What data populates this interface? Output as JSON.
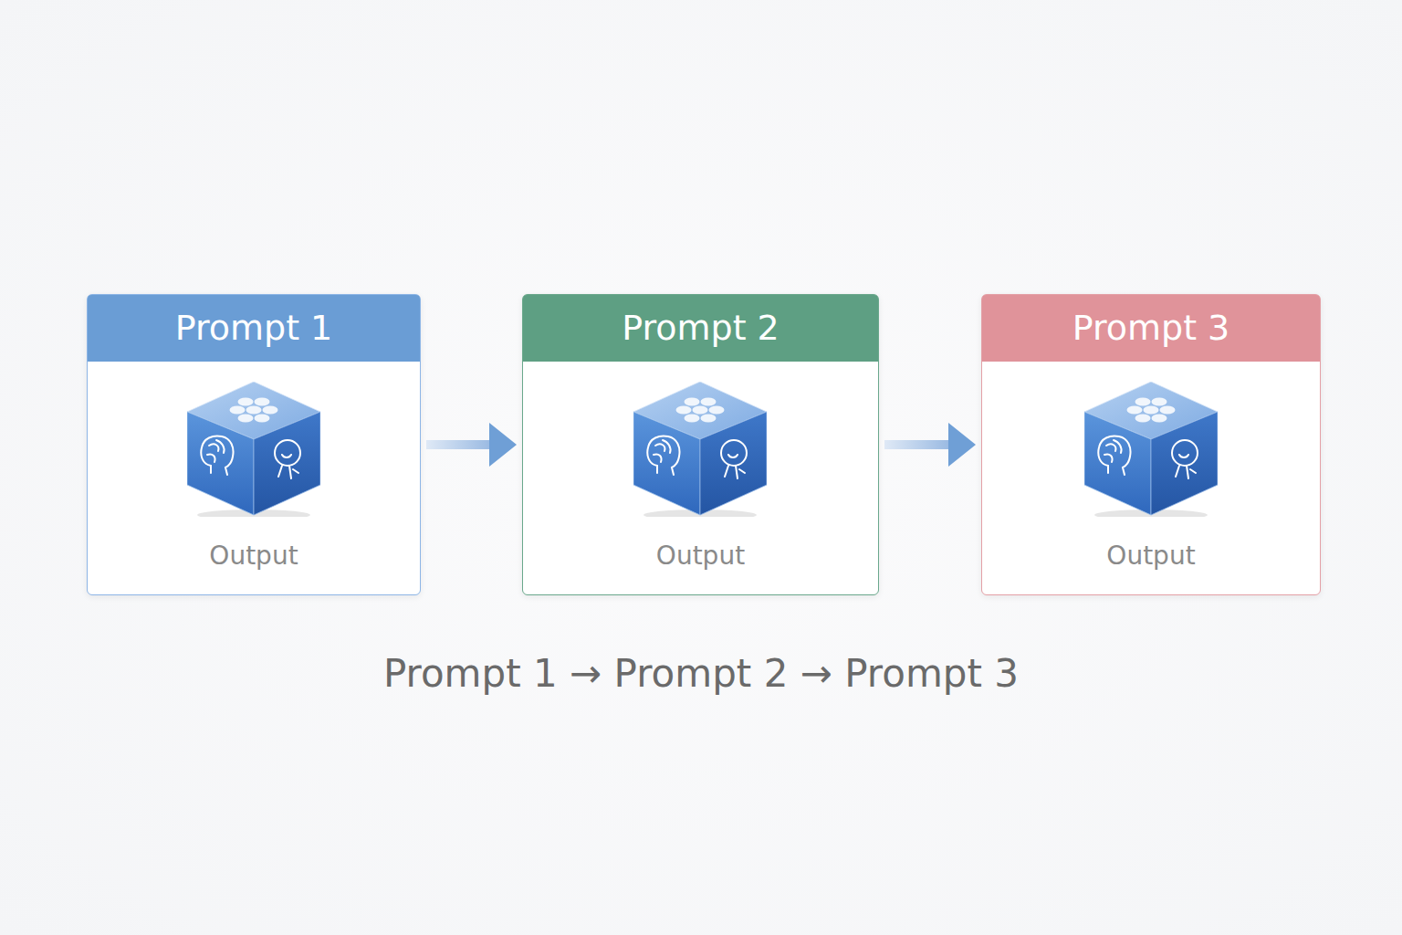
{
  "diagram": {
    "caption": "Prompt 1 → Prompt 2 → Prompt 3",
    "nodes": [
      {
        "text": [
          "Prompt 1",
          "Output"
        ]
      },
      {
        "text": [
          "Prompt 2",
          "Output"
        ]
      },
      {
        "text": [
          "Prompt 3",
          "Output"
        ]
      }
    ],
    "edges": [
      {
        "from": 0,
        "to": 1,
        "arrow": "to"
      },
      {
        "from": 1,
        "to": 2,
        "arrow": "to"
      }
    ]
  }
}
